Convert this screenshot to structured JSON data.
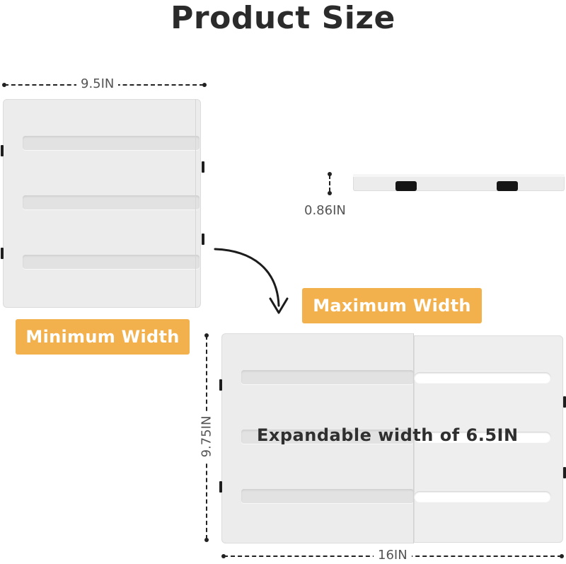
{
  "title": "Product Size",
  "small_tray": {
    "width_label": "9.5IN",
    "badge": "Minimum Width"
  },
  "side_view": {
    "height_label": "0.86IN"
  },
  "large_tray": {
    "badge": "Maximum Width",
    "height_label": "9.75IN",
    "width_label": "16IN",
    "overlay_text": "Expandable width of 6.5IN"
  },
  "colors": {
    "accent": "#f2b14c",
    "panel": "#ececec",
    "line": "#222222"
  },
  "icons": [
    "curved-arrow-icon"
  ]
}
